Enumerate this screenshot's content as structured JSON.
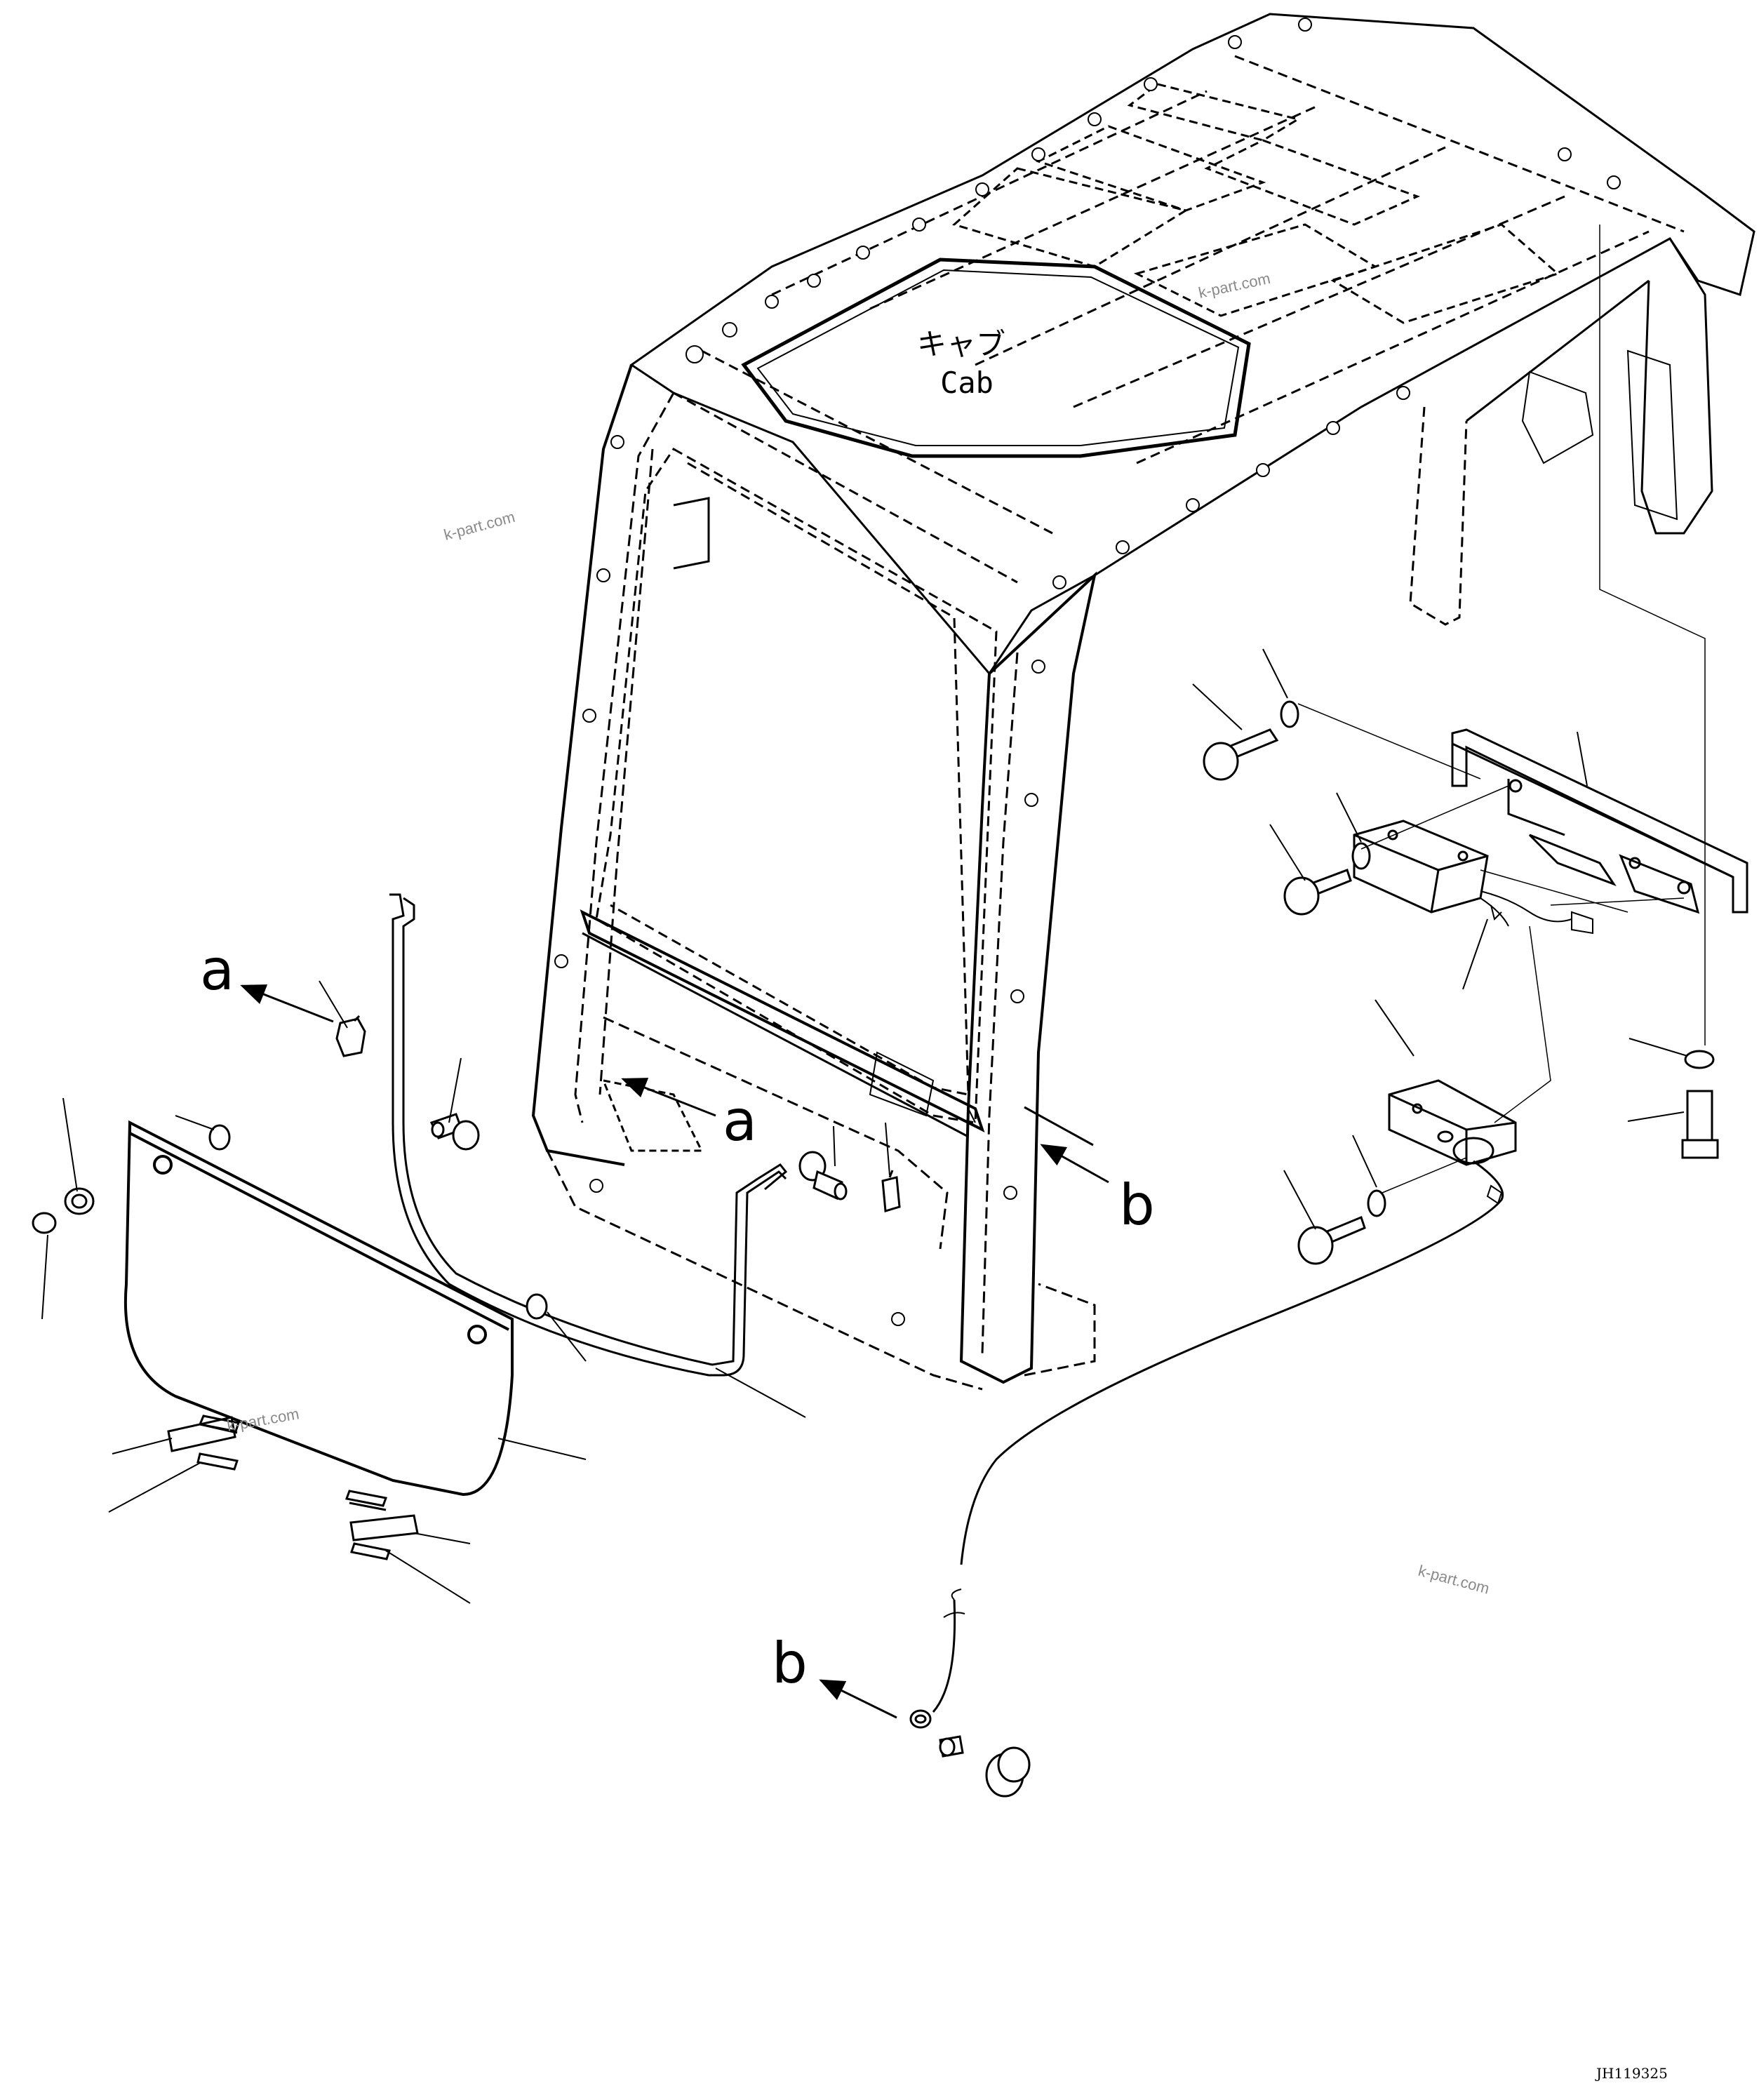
{
  "cab_label": {
    "japanese": "キャブ",
    "english": "Cab"
  },
  "view_markers": {
    "a": "a",
    "b": "b"
  },
  "watermark": "k-part.com",
  "drawing_number": "JH119325"
}
